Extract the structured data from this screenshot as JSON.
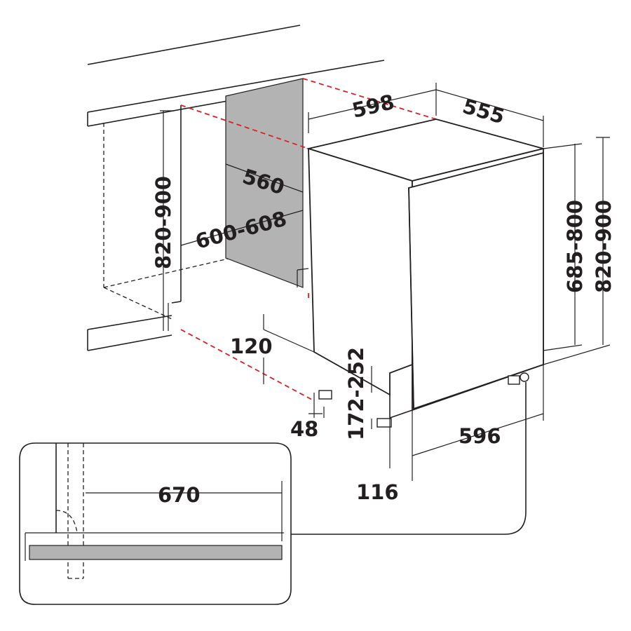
{
  "dimensions": {
    "appliance_width": "598",
    "appliance_depth": "555",
    "niche_depth": "560",
    "niche_width": "600-608",
    "niche_height": "820-900",
    "appliance_height_total": "820-900",
    "door_height": "685-800",
    "plinth_clearance": "120",
    "plinth_range": "172-252",
    "foot_offset": "48",
    "door_width": "596",
    "door_bottom_offset": "116",
    "inset_door_travel": "670"
  },
  "colors": {
    "line": "#231f20",
    "guide_red": "#d62027",
    "side_panel": "#b3b3b3"
  }
}
